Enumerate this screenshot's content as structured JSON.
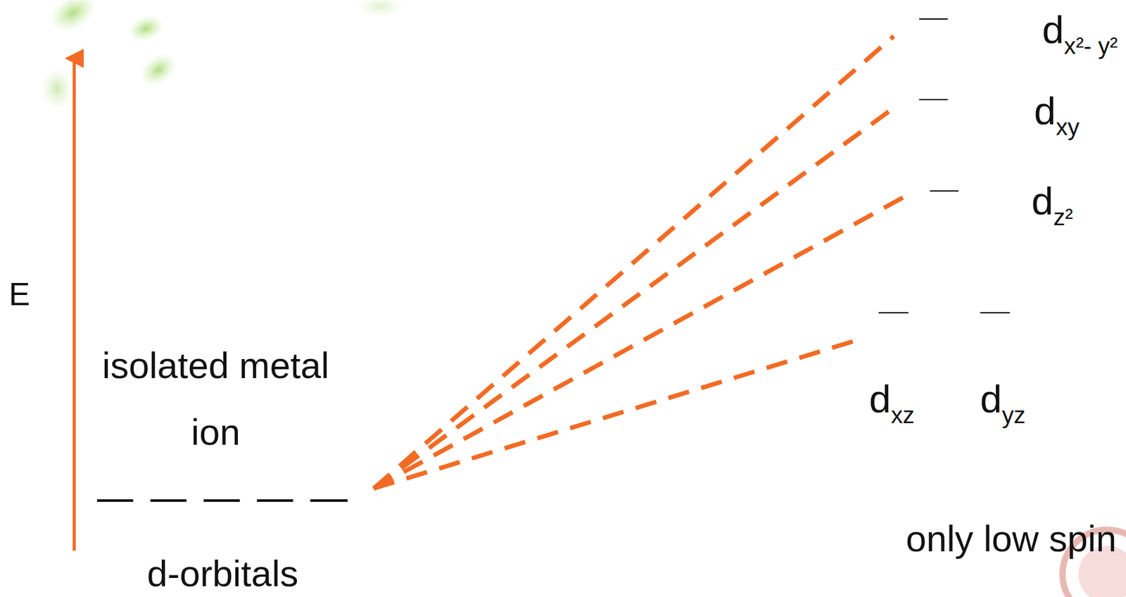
{
  "diagram": {
    "labels": [
      "E",
      "isolated metal ion",
      "d-orbitals",
      "dx²- y²",
      "dxy",
      "dz²",
      "dxz",
      "dyz",
      "only low spin"
    ]
  }
}
